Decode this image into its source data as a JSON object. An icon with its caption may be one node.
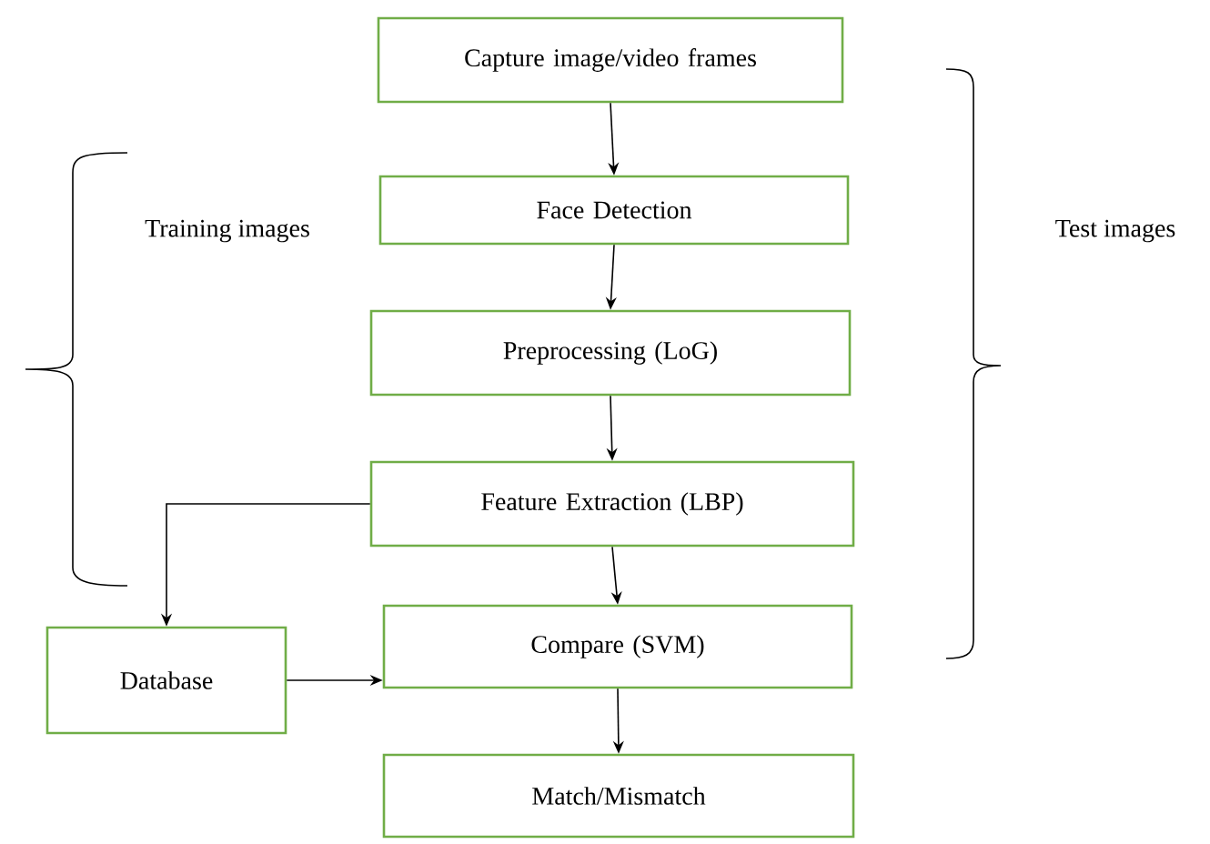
{
  "diagram": {
    "nodes": [
      {
        "text": [
          "Capture image/video frames"
        ]
      },
      {
        "text": [
          "Face Detection"
        ]
      },
      {
        "text": [
          "Preprocessing (LoG)"
        ]
      },
      {
        "text": [
          "Feature Extraction (LBP)"
        ]
      },
      {
        "text": [
          "Compare (SVM)"
        ]
      },
      {
        "text": [
          "Match/Mismatch"
        ]
      },
      {
        "text": [
          "Database"
        ]
      }
    ],
    "edges": [
      {
        "from": 0,
        "to": 1,
        "arrow": "to"
      },
      {
        "from": 1,
        "to": 2,
        "arrow": "to"
      },
      {
        "from": 2,
        "to": 3,
        "arrow": "to"
      },
      {
        "from": 3,
        "to": 4,
        "arrow": "to"
      },
      {
        "from": 4,
        "to": 5,
        "arrow": "to"
      },
      {
        "from": 3,
        "to": 6,
        "arrow": "to"
      },
      {
        "from": 6,
        "to": 4,
        "arrow": "to"
      }
    ],
    "labels": [
      "Training images",
      "Test images"
    ]
  }
}
